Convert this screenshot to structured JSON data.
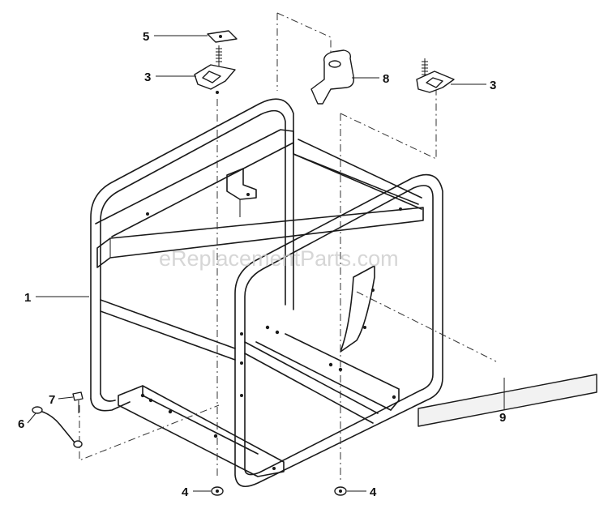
{
  "watermark": "eReplacementParts.com",
  "callouts": [
    {
      "id": "c-1",
      "label": "1"
    },
    {
      "id": "c-3a",
      "label": "3"
    },
    {
      "id": "c-3b",
      "label": "3"
    },
    {
      "id": "c-4a",
      "label": "4"
    },
    {
      "id": "c-4b",
      "label": "4"
    },
    {
      "id": "c-5",
      "label": "5"
    },
    {
      "id": "c-6",
      "label": "6"
    },
    {
      "id": "c-7",
      "label": "7"
    },
    {
      "id": "c-8",
      "label": "8"
    },
    {
      "id": "c-9",
      "label": "9"
    }
  ]
}
